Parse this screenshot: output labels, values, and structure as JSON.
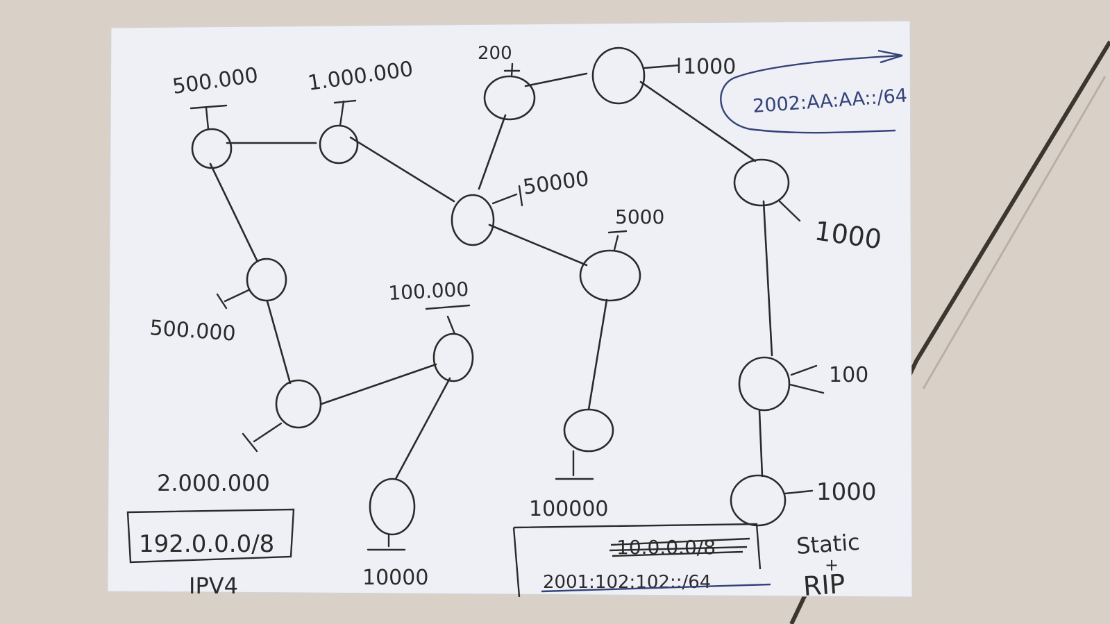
{
  "labels": {
    "top_left_cost": "500.000",
    "top_mid_cost": "1.000.000",
    "top_small_cost": "200",
    "top_right_cost": "1000",
    "ipv6_top": "2002:AA:AA::/64",
    "center_cost": "50000",
    "center_right_cost": "5000",
    "right_upper_cost": "1000",
    "left_mid_cost": "500.000",
    "mid_cost": "100.000",
    "right_mid_cost": "100",
    "right_low_cost": "1000",
    "bottom_left_cost": "2.000.000",
    "bottom_mid_cost": "10000",
    "bottom_center_cost": "100000",
    "ipv4_box": "192.0.0.0/8",
    "ipv4_caption": "IPV4",
    "crossed_ipv4": "10.0.0.0/8",
    "ipv6_bottom": "2001:102:102::/64",
    "static_label": "Static",
    "plus_label": "+",
    "rip_label": "RIP"
  },
  "colors": {
    "ink": "#2a2a2a",
    "blue_ink": "#34427a",
    "paper": "#eef0f6",
    "floor": "#d9d1c7"
  }
}
